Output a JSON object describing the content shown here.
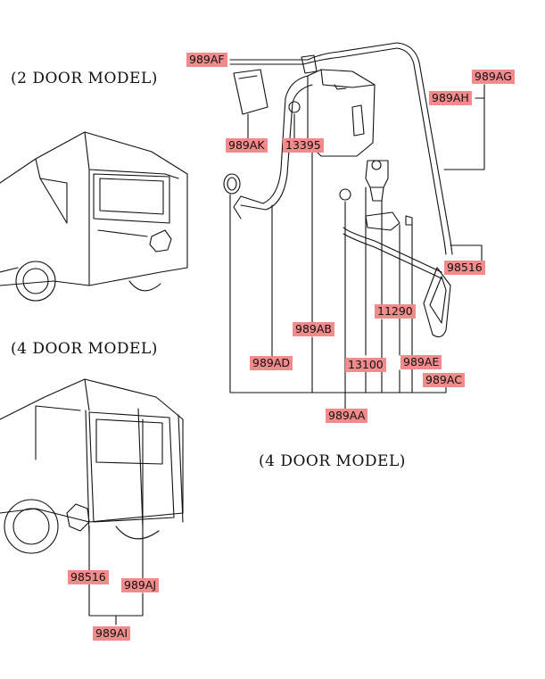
{
  "captions": {
    "two_door": "(2 DOOR  MODEL)",
    "four_door_left": "(4 DOOR MODEL)",
    "four_door_right": "(4 DOOR MODEL)"
  },
  "callouts": {
    "c989AF": "989AF",
    "c989AG": "989AG",
    "c989AH": "989AH",
    "c989AK": "989AK",
    "c13395": "13395",
    "c98516_r": "98516",
    "c11290": "11290",
    "c989AB": "989AB",
    "c989AD": "989AD",
    "c13100": "13100",
    "c989AE": "989AE",
    "c989AC": "989AC",
    "c989AA": "989AA",
    "c98516_l": "98516",
    "c989AJ": "989AJ",
    "c989AI": "989AI"
  },
  "colors": {
    "callout_bg": "#f28b8b",
    "line": "#111111"
  }
}
